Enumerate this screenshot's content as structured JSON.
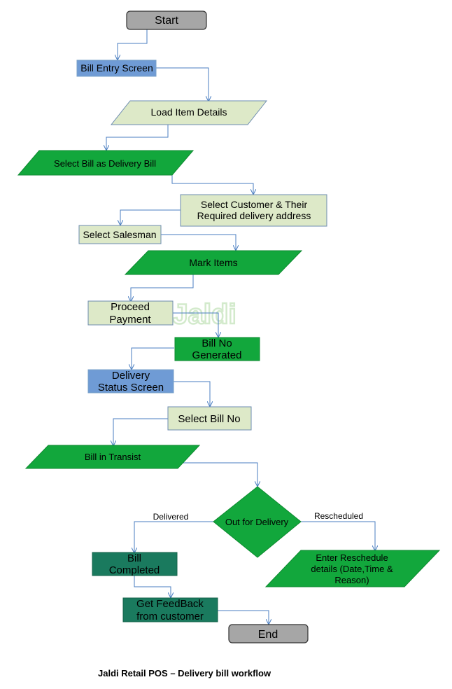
{
  "diagram": {
    "caption": "Jaldi Retail POS – Delivery bill workflow",
    "watermark": "Jaldi",
    "colors": {
      "terminal_fill": "#a6a6a6",
      "blue_fill": "#6f9bd5",
      "pale_fill": "#dde9c8",
      "green_fill": "#12a73c",
      "teal_fill": "#1a7a5e",
      "edge": "#4a7ec0"
    },
    "nodes": {
      "start": {
        "lines": [
          "Start"
        ]
      },
      "bill_entry": {
        "lines": [
          "Bill Entry Screen"
        ]
      },
      "load_items": {
        "lines": [
          "Load Item Details"
        ]
      },
      "select_delivery": {
        "lines": [
          "Select Bill as Delivery Bill"
        ]
      },
      "select_customer": {
        "lines": [
          "Select Customer & Their",
          "Required delivery address"
        ]
      },
      "select_salesman": {
        "lines": [
          "Select Salesman"
        ]
      },
      "mark_items": {
        "lines": [
          "Mark Items"
        ]
      },
      "proceed_payment": {
        "lines": [
          "Proceed",
          "Payment"
        ]
      },
      "bill_no_generated": {
        "lines": [
          "Bill No",
          "Generated"
        ]
      },
      "delivery_status": {
        "lines": [
          "Delivery",
          "Status Screen"
        ]
      },
      "select_bill_no": {
        "lines": [
          "Select Bill No"
        ]
      },
      "bill_transit": {
        "lines": [
          "Bill in Transist"
        ]
      },
      "out_for_delivery": {
        "lines": [
          "Out for Delivery"
        ]
      },
      "bill_completed": {
        "lines": [
          "Bill",
          "Completed"
        ]
      },
      "reschedule": {
        "lines": [
          "Enter Reschedule",
          "details (Date,Time &",
          "Reason)"
        ]
      },
      "feedback": {
        "lines": [
          "Get FeedBack",
          "from customer"
        ]
      },
      "end": {
        "lines": [
          "End"
        ]
      }
    },
    "edge_labels": {
      "delivered": "Delivered",
      "rescheduled": "Rescheduled"
    }
  }
}
